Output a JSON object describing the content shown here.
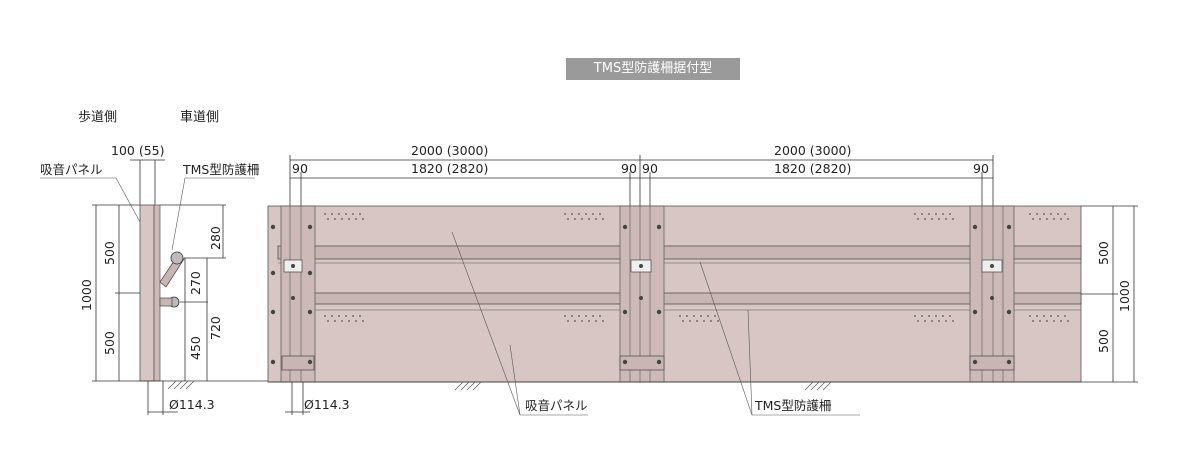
{
  "title": "TMS型防護柵据付型",
  "section": {
    "sidewalk_label": "歩道側",
    "roadway_label": "車道側",
    "top_dim": "100 (55)",
    "panel_label": "吸音パネル",
    "fence_label": "TMS型防護柵",
    "dim_1000": "1000",
    "dim_500_top": "500",
    "dim_500_bottom": "500",
    "dim_280": "280",
    "dim_270": "270",
    "dim_720": "720",
    "dim_450": "450",
    "pipe_dia": "Ø114.3"
  },
  "elevation": {
    "span1_total": "2000 (3000)",
    "span2_total": "2000 (3000)",
    "span1_inner": "1820 (2820)",
    "span2_inner": "1820 (2820)",
    "edge_left": "90",
    "mid_left": "90",
    "mid_right": "90",
    "edge_right": "90",
    "right_500_top": "500",
    "right_500_bottom": "500",
    "right_1000": "1000",
    "pipe_dia": "Ø114.3",
    "panel_callout": "吸音パネル",
    "fence_callout": "TMS型防護柵"
  }
}
